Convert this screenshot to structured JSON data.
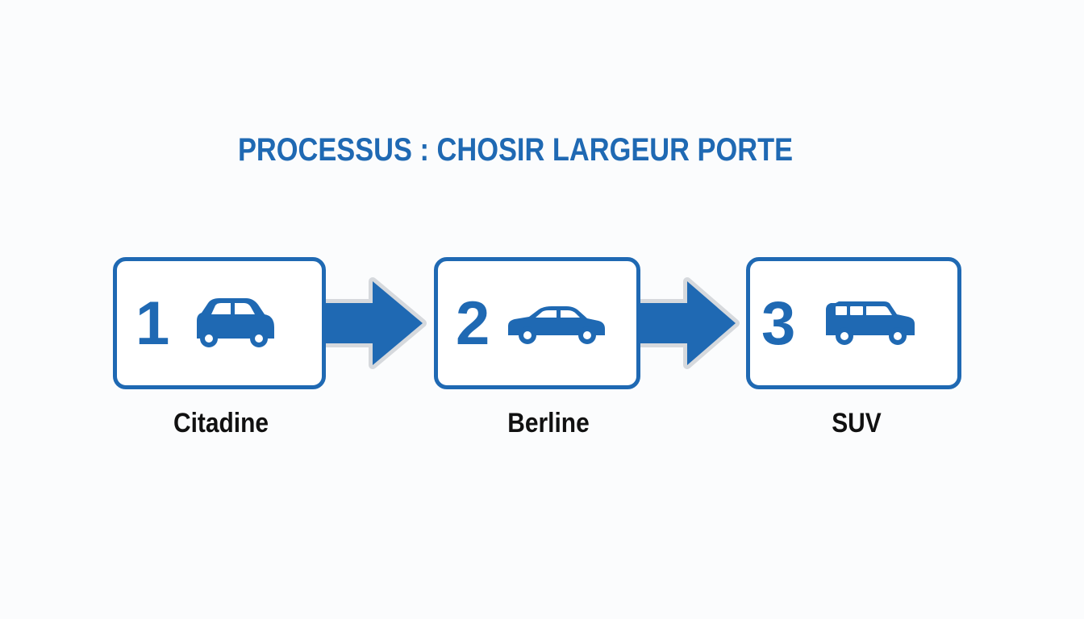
{
  "title": "PROCESSUS : CHOSIR LARGEUR PORTE",
  "colors": {
    "accent": "#1f69b3",
    "label": "#111111",
    "background": "#fbfcfd"
  },
  "steps": [
    {
      "number": "1",
      "label": "Citadine",
      "icon": "city-car-icon"
    },
    {
      "number": "2",
      "label": "Berline",
      "icon": "sedan-car-icon"
    },
    {
      "number": "3",
      "label": "SUV",
      "icon": "suv-car-icon"
    }
  ],
  "connectors": [
    "arrow-right-icon",
    "arrow-right-icon"
  ]
}
